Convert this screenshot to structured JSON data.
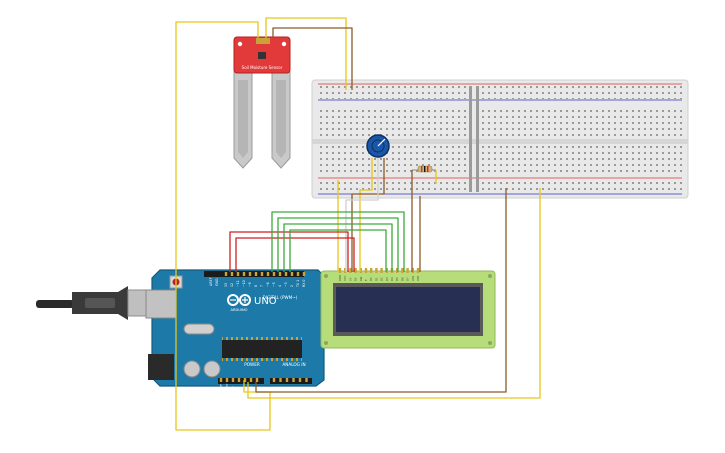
{
  "sensor": {
    "label": "Soil Moisture Sensor"
  },
  "arduino": {
    "brand": "UNO",
    "sub_brand": "ARDUINO",
    "digital_header": "DIGITAL (PWM~)",
    "power_label": "POWER",
    "analog_label": "ANALOG IN",
    "digital_pins": [
      "13",
      "12",
      "~11",
      "~10",
      "~9",
      "8",
      "7",
      "~6",
      "~5",
      "4",
      "~3",
      "2",
      "TX 1",
      "RX 0"
    ],
    "power_pins": [
      "IOREF",
      "RESET",
      "3.3V",
      "5V",
      "GND",
      "GND",
      "Vin"
    ],
    "analog_pins": [
      "A0",
      "A1",
      "A2",
      "A3",
      "A4",
      "A5"
    ],
    "aref_label": "AREF",
    "gnd_label": "GND"
  },
  "lcd": {
    "pin_labels": [
      "GND",
      "VCC",
      "V0",
      "RS",
      "RW",
      "E",
      "D0",
      "D1",
      "D2",
      "D3",
      "D4",
      "D5",
      "D6",
      "D7",
      "LED",
      "LED"
    ]
  },
  "colors": {
    "wire_yellow": "#e6c619",
    "wire_brown": "#8a5a2b",
    "wire_red": "#d21f1f",
    "wire_green": "#3caa3c",
    "board_blue": "#1d7aa8",
    "lcd_green": "#b6dd7a",
    "lcd_screen": "#273052",
    "sensor_red": "#e23a3a",
    "breadboard": "#e8e8e8"
  }
}
